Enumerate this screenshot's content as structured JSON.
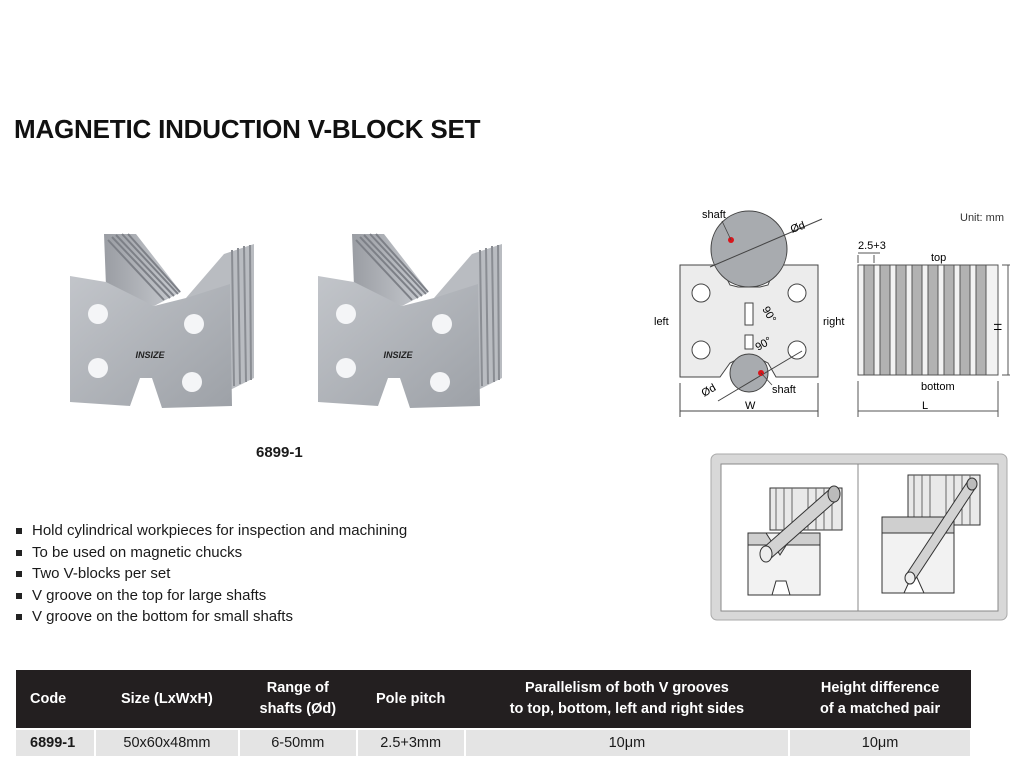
{
  "title": "MAGNETIC INDUCTION V-BLOCK SET",
  "product": {
    "model_code": "6899-1",
    "brand_mark": "INSIZE"
  },
  "features": [
    "Hold cylindrical workpieces for inspection and machining",
    "To be used on magnetic chucks",
    "Two V-blocks per set",
    "V groove on the top for large shafts",
    "V groove on the bottom for small shafts"
  ],
  "diagram": {
    "unit_note": "Unit: mm",
    "labels": {
      "shaft_top": "shaft",
      "dia_top": "Ød",
      "angle_top": "90°",
      "left": "left",
      "right": "right",
      "angle_bottom": "90°",
      "dia_bottom": "Ød",
      "shaft_bottom": "shaft",
      "width": "W",
      "pitch": "2.5+3",
      "top": "top",
      "height": "H",
      "bottom": "bottom",
      "length": "L"
    }
  },
  "table": {
    "headers": [
      [
        "Code"
      ],
      [
        "Size (LxWxH)"
      ],
      [
        "Range of",
        "shafts (Ød)"
      ],
      [
        "Pole pitch"
      ],
      [
        "Parallelism of both V grooves",
        "to top, bottom, left and right sides"
      ],
      [
        "Height difference",
        "of a matched pair"
      ]
    ],
    "rows": [
      [
        "6899-1",
        "50x60x48mm",
        "6-50mm",
        "2.5+3mm",
        "10μm",
        "10μm"
      ]
    ]
  },
  "colors": {
    "header_bg": "#231f20",
    "row_bg": "#e4e4e4",
    "accent_red": "#d9151b"
  }
}
